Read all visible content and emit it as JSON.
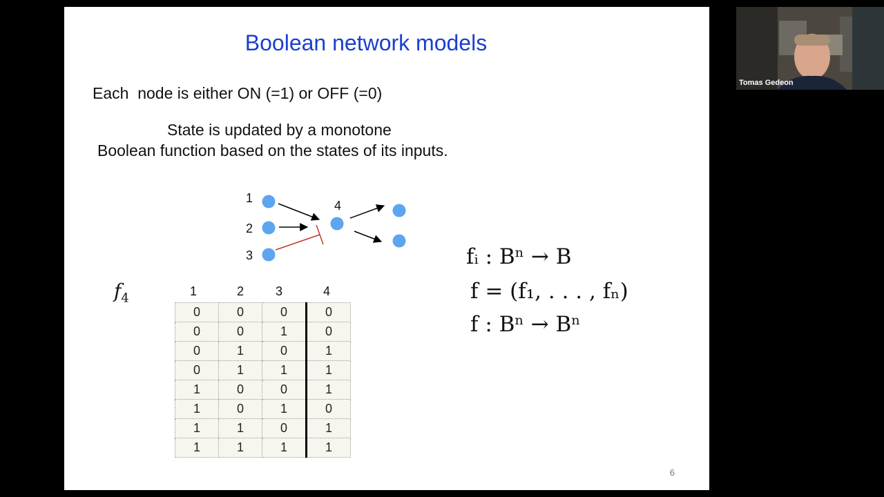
{
  "slide": {
    "title": "Boolean network models",
    "line1": "Each  node is either ON (=1) or OFF (=0)",
    "line2": "State is updated by a monotone",
    "line3": "Boolean function based on the states of its inputs.",
    "page_number": "6"
  },
  "diagram": {
    "node_labels": [
      "1",
      "2",
      "3",
      "4"
    ],
    "node_color": "#5da5ee",
    "activation_color": "#000000",
    "inhibition_color": "#c0392b"
  },
  "truth_table": {
    "function_symbol": "f",
    "function_subscript": "4",
    "headers": [
      "1",
      "2",
      "3",
      "4"
    ],
    "rows": [
      [
        "0",
        "0",
        "0",
        "0"
      ],
      [
        "0",
        "0",
        "1",
        "0"
      ],
      [
        "0",
        "1",
        "0",
        "1"
      ],
      [
        "0",
        "1",
        "1",
        "1"
      ],
      [
        "1",
        "0",
        "0",
        "1"
      ],
      [
        "1",
        "0",
        "1",
        "0"
      ],
      [
        "1",
        "1",
        "0",
        "1"
      ],
      [
        "1",
        "1",
        "1",
        "1"
      ]
    ]
  },
  "equations": {
    "eq1": "fᵢ : Bⁿ → B",
    "eq2": "f = (f₁, . . . , fₙ)",
    "eq3": "f : Bⁿ → Bⁿ"
  },
  "webcam": {
    "participant_name": "Tomas Gedeon"
  }
}
